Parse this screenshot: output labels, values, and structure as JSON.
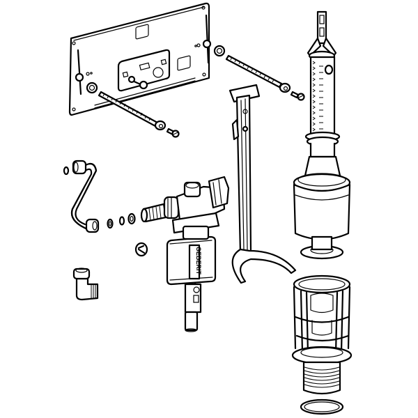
{
  "diagram": {
    "type": "exploded-view technical line drawing",
    "subject": "concealed cistern fill valve and flush valve assembly",
    "background": "#ffffff",
    "line_color": "#000000",
    "brand_mark": "GEBERIT",
    "components": [
      {
        "id": "mounting-plate",
        "label": "Mounting plate with actuator bracket"
      },
      {
        "id": "long-screw-left",
        "label": "Threaded rod with nut and screw (left)"
      },
      {
        "id": "long-screw-right",
        "label": "Threaded rod with nut and screw (right)"
      },
      {
        "id": "connection-pipe",
        "label": "S-shaped connection pipe"
      },
      {
        "id": "seals",
        "label": "Sealing rings"
      },
      {
        "id": "fill-valve",
        "label": "Fill valve with float"
      },
      {
        "id": "filter-disc",
        "label": "Filter disc"
      },
      {
        "id": "elbow-fitting",
        "label": "Elbow fitting"
      },
      {
        "id": "lever-bracket",
        "label": "Lifting bracket"
      },
      {
        "id": "flush-valve",
        "label": "Flush valve with graduated tube"
      },
      {
        "id": "valve-seal",
        "label": "Flush valve seal"
      },
      {
        "id": "valve-cage",
        "label": "Valve housing / cage"
      },
      {
        "id": "o-ring",
        "label": "Bottom sealing ring"
      }
    ]
  }
}
